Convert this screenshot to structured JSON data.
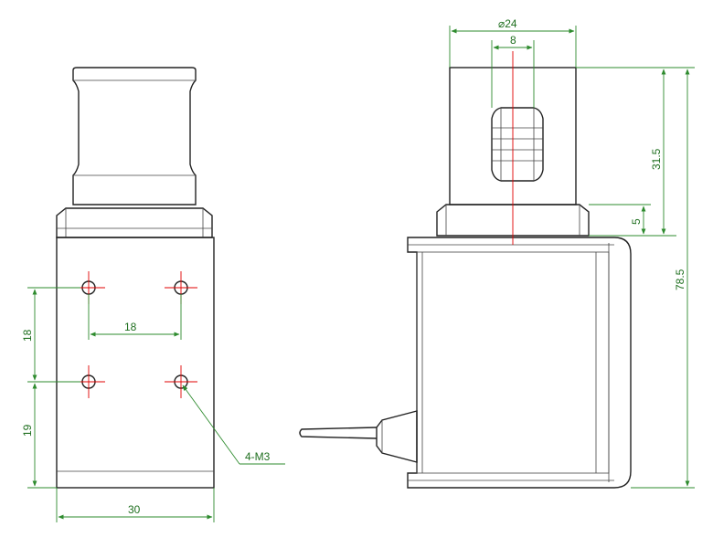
{
  "dimensions": {
    "width_front": "30",
    "hole_spacing_h": "18",
    "hole_spacing_v": "18",
    "bottom_offset": "19",
    "thread_callout": "4-M3",
    "diameter": "24",
    "slot_width": "8",
    "top_height": "31.5",
    "step_height": "5",
    "total_height": "78.5"
  },
  "colors": {
    "outline": "#222222",
    "dimension": "#2e8b2e",
    "centerline": "#e00000",
    "background": "#ffffff"
  }
}
